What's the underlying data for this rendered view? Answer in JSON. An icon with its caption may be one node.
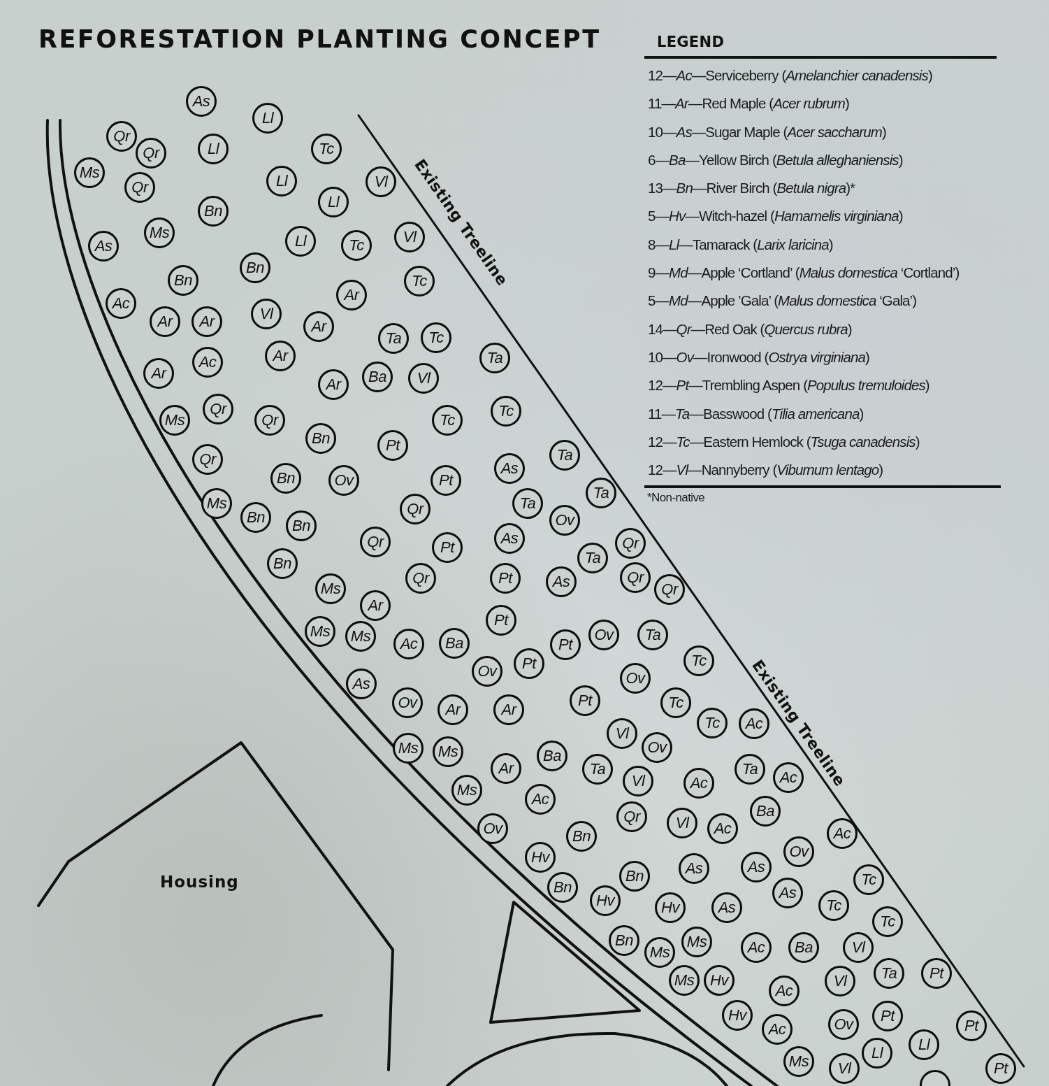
{
  "diagram": {
    "title": "REFORESTATION PLANTING CONCEPT",
    "nodes": [
      {
        "text": [
          "As"
        ]
      },
      {
        "text": [
          "Ll"
        ]
      },
      {
        "text": [
          "Qr"
        ]
      },
      {
        "text": [
          "Qr"
        ]
      },
      {
        "text": [
          "Ll"
        ]
      },
      {
        "text": [
          "Tc"
        ]
      },
      {
        "text": [
          "Ms"
        ]
      },
      {
        "text": [
          "Qr"
        ]
      },
      {
        "text": [
          "Ll"
        ]
      },
      {
        "text": [
          "Vl"
        ]
      },
      {
        "text": [
          "Ll"
        ]
      },
      {
        "text": [
          "Bn"
        ]
      },
      {
        "text": [
          "Ms"
        ]
      },
      {
        "text": [
          "As"
        ]
      },
      {
        "text": [
          "Ll"
        ]
      },
      {
        "text": [
          "Tc"
        ]
      },
      {
        "text": [
          "Vl"
        ]
      },
      {
        "text": [
          "Bn"
        ]
      },
      {
        "text": [
          "Bn"
        ]
      },
      {
        "text": [
          "Tc"
        ]
      },
      {
        "text": [
          "Ac"
        ]
      },
      {
        "text": [
          "Ar"
        ]
      },
      {
        "text": [
          "Ar"
        ]
      },
      {
        "text": [
          "Ar"
        ]
      },
      {
        "text": [
          "Vl"
        ]
      },
      {
        "text": [
          "Ar"
        ]
      },
      {
        "text": [
          "Ta"
        ]
      },
      {
        "text": [
          "Tc"
        ]
      },
      {
        "text": [
          "Ta"
        ]
      },
      {
        "text": [
          "Ar"
        ]
      },
      {
        "text": [
          "Ac"
        ]
      },
      {
        "text": [
          "Ar"
        ]
      },
      {
        "text": [
          "Ar"
        ]
      },
      {
        "text": [
          "Ba"
        ]
      },
      {
        "text": [
          "Vl"
        ]
      },
      {
        "text": [
          "Ms"
        ]
      },
      {
        "text": [
          "Qr"
        ]
      },
      {
        "text": [
          "Qr"
        ]
      },
      {
        "text": [
          "Tc"
        ]
      },
      {
        "text": [
          "Tc"
        ]
      },
      {
        "text": [
          "Bn"
        ]
      },
      {
        "text": [
          "Pt"
        ]
      },
      {
        "text": [
          "Qr"
        ]
      },
      {
        "text": [
          "Bn"
        ]
      },
      {
        "text": [
          "Ov"
        ]
      },
      {
        "text": [
          "Pt"
        ]
      },
      {
        "text": [
          "As"
        ]
      },
      {
        "text": [
          "Ta"
        ]
      },
      {
        "text": [
          "Ta"
        ]
      },
      {
        "text": [
          "Ms"
        ]
      },
      {
        "text": [
          "Bn"
        ]
      },
      {
        "text": [
          "Bn"
        ]
      },
      {
        "text": [
          "Qr"
        ]
      },
      {
        "text": [
          "Ta"
        ]
      },
      {
        "text": [
          "Ov"
        ]
      },
      {
        "text": [
          "As"
        ]
      },
      {
        "text": [
          "Qr"
        ]
      },
      {
        "text": [
          "Pt"
        ]
      },
      {
        "text": [
          "Qr"
        ]
      },
      {
        "text": [
          "Bn"
        ]
      },
      {
        "text": [
          "Ta"
        ]
      },
      {
        "text": [
          "Pt"
        ]
      },
      {
        "text": [
          "As"
        ]
      },
      {
        "text": [
          "Qr"
        ]
      },
      {
        "text": [
          "Qr"
        ]
      },
      {
        "text": [
          "Ms"
        ]
      },
      {
        "text": [
          "Qr"
        ]
      },
      {
        "text": [
          "Ar"
        ]
      },
      {
        "text": [
          "Pt"
        ]
      },
      {
        "text": [
          "Ms"
        ]
      },
      {
        "text": [
          "Ms"
        ]
      },
      {
        "text": [
          "Ac"
        ]
      },
      {
        "text": [
          "Ba"
        ]
      },
      {
        "text": [
          "Ov"
        ]
      },
      {
        "text": [
          "Ta"
        ]
      },
      {
        "text": [
          "Pt"
        ]
      },
      {
        "text": [
          "Pt"
        ]
      },
      {
        "text": [
          "Ov"
        ]
      },
      {
        "text": [
          "Tc"
        ]
      },
      {
        "text": [
          "As"
        ]
      },
      {
        "text": [
          "Ov"
        ]
      },
      {
        "text": [
          "Ov"
        ]
      },
      {
        "text": [
          "Ar"
        ]
      },
      {
        "text": [
          "Ar"
        ]
      },
      {
        "text": [
          "Pt"
        ]
      },
      {
        "text": [
          "Tc"
        ]
      },
      {
        "text": [
          "Tc"
        ]
      },
      {
        "text": [
          "Ac"
        ]
      },
      {
        "text": [
          "Vl"
        ]
      },
      {
        "text": [
          "Ov"
        ]
      },
      {
        "text": [
          "Ms"
        ]
      },
      {
        "text": [
          "Ms"
        ]
      },
      {
        "text": [
          "Ar"
        ]
      },
      {
        "text": [
          "Ba"
        ]
      },
      {
        "text": [
          "Ta"
        ]
      },
      {
        "text": [
          "Vl"
        ]
      },
      {
        "text": [
          "Ac"
        ]
      },
      {
        "text": [
          "Ta"
        ]
      },
      {
        "text": [
          "Ac"
        ]
      },
      {
        "text": [
          "Ms"
        ]
      },
      {
        "text": [
          "Ac"
        ]
      },
      {
        "text": [
          "Ba"
        ]
      },
      {
        "text": [
          "Qr"
        ]
      },
      {
        "text": [
          "Vl"
        ]
      },
      {
        "text": [
          "Ac"
        ]
      },
      {
        "text": [
          "Ov"
        ]
      },
      {
        "text": [
          "Bn"
        ]
      },
      {
        "text": [
          "Ac"
        ]
      },
      {
        "text": [
          "Ov"
        ]
      },
      {
        "text": [
          "Hv"
        ]
      },
      {
        "text": [
          "As"
        ]
      },
      {
        "text": [
          "As"
        ]
      },
      {
        "text": [
          "Bn"
        ]
      },
      {
        "text": [
          "Tc"
        ]
      },
      {
        "text": [
          "As"
        ]
      },
      {
        "text": [
          "Bn"
        ]
      },
      {
        "text": [
          "Hv"
        ]
      },
      {
        "text": [
          "Hv"
        ]
      },
      {
        "text": [
          "As"
        ]
      },
      {
        "text": [
          "Tc"
        ]
      },
      {
        "text": [
          "Tc"
        ]
      },
      {
        "text": [
          "Bn"
        ]
      },
      {
        "text": [
          "Ms"
        ]
      },
      {
        "text": [
          "Ms"
        ]
      },
      {
        "text": [
          "Ac"
        ]
      },
      {
        "text": [
          "Ba"
        ]
      },
      {
        "text": [
          "Vl"
        ]
      },
      {
        "text": [
          "Ms"
        ]
      },
      {
        "text": [
          "Hv"
        ]
      },
      {
        "text": [
          "Ac"
        ]
      },
      {
        "text": [
          "Vl"
        ]
      },
      {
        "text": [
          "Ta"
        ]
      },
      {
        "text": [
          "Pt"
        ]
      },
      {
        "text": [
          "Hv"
        ]
      },
      {
        "text": [
          "Ac"
        ]
      },
      {
        "text": [
          "Ov"
        ]
      },
      {
        "text": [
          "Pt"
        ]
      },
      {
        "text": [
          "Pt"
        ]
      },
      {
        "text": [
          "Ms"
        ]
      },
      {
        "text": [
          "Ll"
        ]
      },
      {
        "text": [
          "Ll"
        ]
      },
      {
        "text": [
          "Vl"
        ]
      },
      {
        "text": [],
        "shape": "circle"
      },
      {
        "text": [
          "Pt"
        ]
      }
    ],
    "labels": [
      "LEGEND",
      "*Non-native",
      "Existing Treeline",
      "Existing Treeline",
      "Housing"
    ],
    "legend": [
      {
        "text": "12—*Ac*—Serviceberry (*Amelanchier canadensis*)"
      },
      {
        "text": "11—*Ar*—Red Maple (*Acer rubrum*)"
      },
      {
        "text": "10—*As*—Sugar Maple (*Acer saccharum*)"
      },
      {
        "text": "6—*Ba*—Yellow Birch (*Betula alleghaniensis*)"
      },
      {
        "text": "13—*Bn*—River Birch (*Betula nigra*)*"
      },
      {
        "text": "5—*Hv*—Witch-hazel (*Hamamelis virginiana*)"
      },
      {
        "text": "8—*Ll*—Tamarack (*Larix laricina*)"
      },
      {
        "text": "9—*Md*—Apple ‘Cortland’ (*Malus domestica* ‘Cortland’)"
      },
      {
        "text": "5—*Md*—Apple ’Gala’ (*Malus domestica* ‘Gala’)"
      },
      {
        "text": "14—*Qr*—Red Oak (*Quercus rubra*)"
      },
      {
        "text": "10—*Ov*—Ironwood (*Ostrya virginiana*)"
      },
      {
        "text": "12—*Pt*—Trembling Aspen (*Populus tremuloides*)"
      },
      {
        "text": "11—*Ta*—Basswood (*Tilia americana*)"
      },
      {
        "text": "12—*Tc*—Eastern Hemlock (*Tsuga canadensis*)"
      },
      {
        "text": "12—*Vl*—Nannyberry (*Viburnum lentago*)"
      }
    ]
  }
}
